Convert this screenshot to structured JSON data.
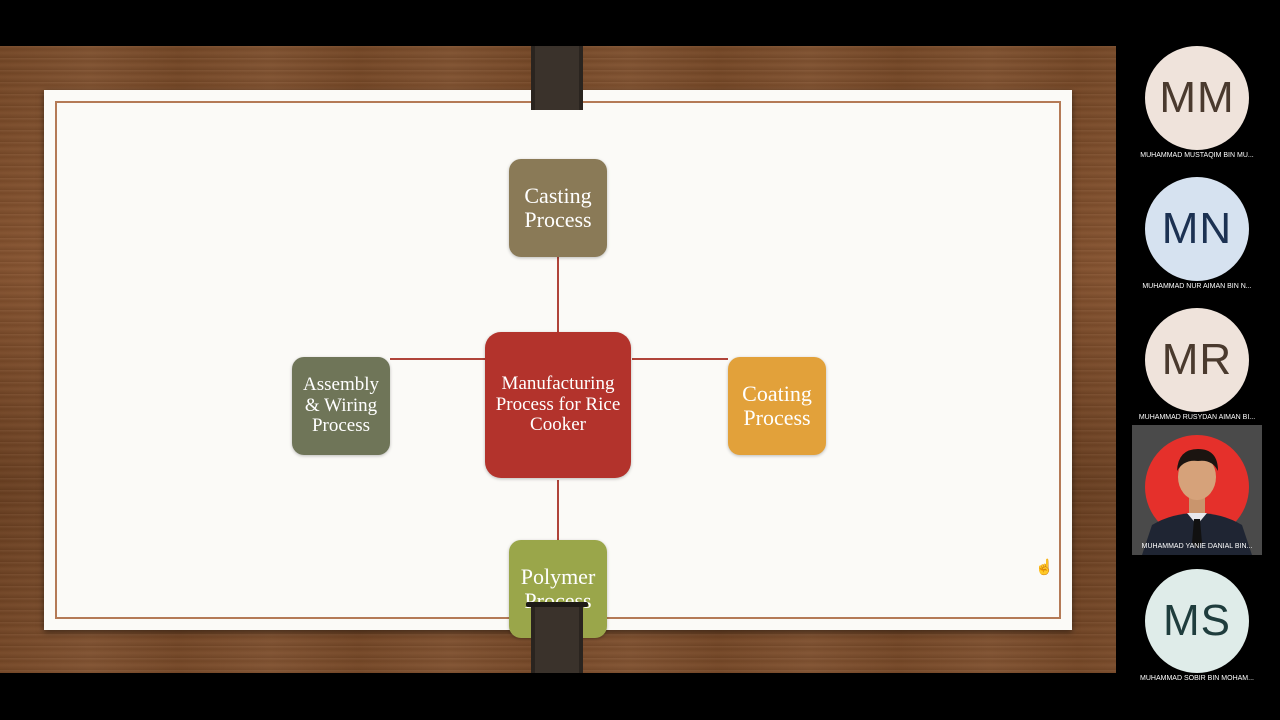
{
  "slide": {
    "center": "Manufacturing Process for Rice Cooker",
    "top": "Casting Process",
    "left": "Assembly & Wiring Process",
    "right": "Coating Process",
    "bottom": "Polymer Process"
  },
  "colors": {
    "center": "#b3332c",
    "top": "#8a7a57",
    "left": "#6f7558",
    "right": "#e2a13a",
    "bottom": "#9aa64a"
  },
  "participants": [
    {
      "initials": "MM",
      "name": "MUHAMMAD MUSTAQIM BIN MU...",
      "avatar_bg": "#efe3db",
      "avatar_fg": "#4a3a2e"
    },
    {
      "initials": "MN",
      "name": "MUHAMMAD NUR AIMAN BIN N...",
      "avatar_bg": "#d6e2f0",
      "avatar_fg": "#1c3152"
    },
    {
      "initials": "MR",
      "name": "MUHAMMAD RUSYDAN AIMAN BI...",
      "avatar_bg": "#efe3db",
      "avatar_fg": "#4a3a2e"
    },
    {
      "initials": "",
      "name": "MUHAMMAD YANIE DANIAL BIN...",
      "video": true
    },
    {
      "initials": "MS",
      "name": "MUHAMMAD SOBIR BIN MOHAM...",
      "avatar_bg": "#dfece9",
      "avatar_fg": "#1f3d3d"
    }
  ]
}
